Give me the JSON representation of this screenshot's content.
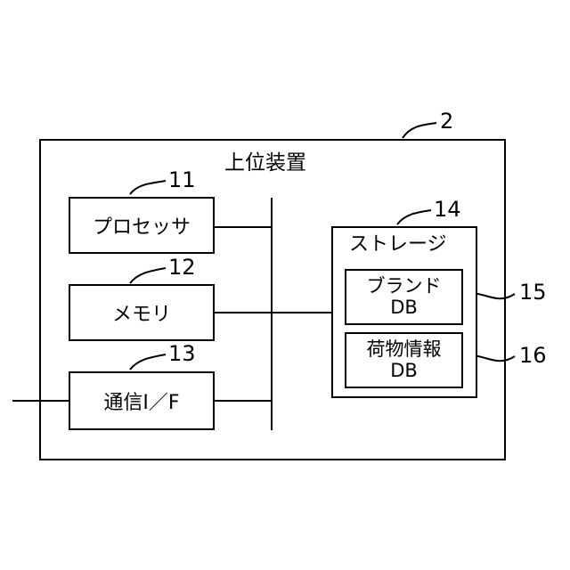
{
  "device": {
    "label": "上位装置",
    "ref": "2"
  },
  "processor": {
    "label": "プロセッサ",
    "ref": "11"
  },
  "memory": {
    "label": "メモリ",
    "ref": "12"
  },
  "comm_if": {
    "label": "通信I／F",
    "ref": "13"
  },
  "storage": {
    "label": "ストレージ",
    "ref": "14"
  },
  "brand_db": {
    "line1": "ブランド",
    "line2": "DB",
    "ref": "15"
  },
  "cargo_db": {
    "line1": "荷物情報",
    "line2": "DB",
    "ref": "16"
  }
}
